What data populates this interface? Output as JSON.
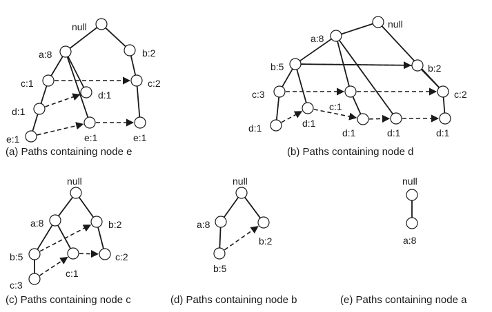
{
  "panels": [
    {
      "id": "a",
      "caption": "(a) Paths containing node e",
      "nodes": [
        {
          "id": "root",
          "label": "null"
        },
        {
          "id": "a8",
          "label": "a:8"
        },
        {
          "id": "b2",
          "label": "b:2"
        },
        {
          "id": "c1",
          "label": "c:1"
        },
        {
          "id": "c2",
          "label": "c:2"
        },
        {
          "id": "d1a",
          "label": "d:1"
        },
        {
          "id": "d1b",
          "label": "d:1"
        },
        {
          "id": "e1a",
          "label": "e:1"
        },
        {
          "id": "e1b",
          "label": "e:1"
        },
        {
          "id": "e1c",
          "label": "e:1"
        }
      ],
      "edges": [
        [
          "root",
          "a8"
        ],
        [
          "root",
          "b2"
        ],
        [
          "a8",
          "c1"
        ],
        [
          "a8",
          "d1a"
        ],
        [
          "a8",
          "e1b"
        ],
        [
          "c1",
          "d1b"
        ],
        [
          "d1b",
          "e1a"
        ],
        [
          "b2",
          "c2"
        ],
        [
          "c2",
          "e1c"
        ]
      ],
      "links": [
        [
          "c1",
          "c2"
        ],
        [
          "d1b",
          "d1a"
        ],
        [
          "e1a",
          "e1b"
        ],
        [
          "e1b",
          "e1c"
        ]
      ]
    },
    {
      "id": "b",
      "caption": "(b) Paths containing node d",
      "nodes": [
        {
          "id": "root",
          "label": "null"
        },
        {
          "id": "a8",
          "label": "a:8"
        },
        {
          "id": "b5",
          "label": "b:5"
        },
        {
          "id": "b2",
          "label": "b:2"
        },
        {
          "id": "c3",
          "label": "c:3"
        },
        {
          "id": "c1",
          "label": "c:1"
        },
        {
          "id": "c2",
          "label": "c:2"
        },
        {
          "id": "d1_1",
          "label": "d:1"
        },
        {
          "id": "d1_2",
          "label": "d:1"
        },
        {
          "id": "d1_3",
          "label": "d:1"
        },
        {
          "id": "d1_4",
          "label": "d:1"
        },
        {
          "id": "d1_5",
          "label": "d:1"
        }
      ],
      "edges": [
        [
          "root",
          "a8"
        ],
        [
          "root",
          "c2"
        ],
        [
          "a8",
          "b5"
        ],
        [
          "a8",
          "c1"
        ],
        [
          "a8",
          "d1_4"
        ],
        [
          "b5",
          "c3"
        ],
        [
          "b5",
          "d1_2"
        ],
        [
          "b5",
          "b2"
        ],
        [
          "c3",
          "d1_1"
        ],
        [
          "c1",
          "d1_3"
        ],
        [
          "b2",
          "c2"
        ],
        [
          "c2",
          "d1_5"
        ]
      ],
      "links": [
        [
          "b5",
          "b2"
        ],
        [
          "c3",
          "c1"
        ],
        [
          "c1",
          "c2"
        ],
        [
          "d1_1",
          "d1_2"
        ],
        [
          "d1_2",
          "d1_3"
        ],
        [
          "d1_3",
          "d1_4"
        ],
        [
          "d1_4",
          "d1_5"
        ]
      ]
    },
    {
      "id": "c",
      "caption": "(c) Paths containing node c",
      "nodes": [
        {
          "id": "root",
          "label": "null"
        },
        {
          "id": "a8",
          "label": "a:8"
        },
        {
          "id": "b2",
          "label": "b:2"
        },
        {
          "id": "b5",
          "label": "b:5"
        },
        {
          "id": "c1",
          "label": "c:1"
        },
        {
          "id": "c2",
          "label": "c:2"
        },
        {
          "id": "c3",
          "label": "c:3"
        }
      ],
      "edges": [
        [
          "root",
          "a8"
        ],
        [
          "root",
          "b2"
        ],
        [
          "a8",
          "b5"
        ],
        [
          "a8",
          "c1"
        ],
        [
          "b5",
          "c3"
        ],
        [
          "b2",
          "c2"
        ]
      ],
      "links": [
        [
          "b5",
          "b2"
        ],
        [
          "c3",
          "c1"
        ],
        [
          "c1",
          "c2"
        ]
      ]
    },
    {
      "id": "d",
      "caption": "(d) Paths containing node b",
      "nodes": [
        {
          "id": "root",
          "label": "null"
        },
        {
          "id": "a8",
          "label": "a:8"
        },
        {
          "id": "b2",
          "label": "b:2"
        },
        {
          "id": "b5",
          "label": "b:5"
        }
      ],
      "edges": [
        [
          "root",
          "a8"
        ],
        [
          "root",
          "b2"
        ],
        [
          "a8",
          "b5"
        ]
      ],
      "links": [
        [
          "b5",
          "b2"
        ]
      ]
    },
    {
      "id": "e",
      "caption": "(e) Paths containing node a",
      "nodes": [
        {
          "id": "root",
          "label": "null"
        },
        {
          "id": "a8",
          "label": "a:8"
        }
      ],
      "edges": [
        [
          "root",
          "a8"
        ]
      ],
      "links": []
    }
  ]
}
